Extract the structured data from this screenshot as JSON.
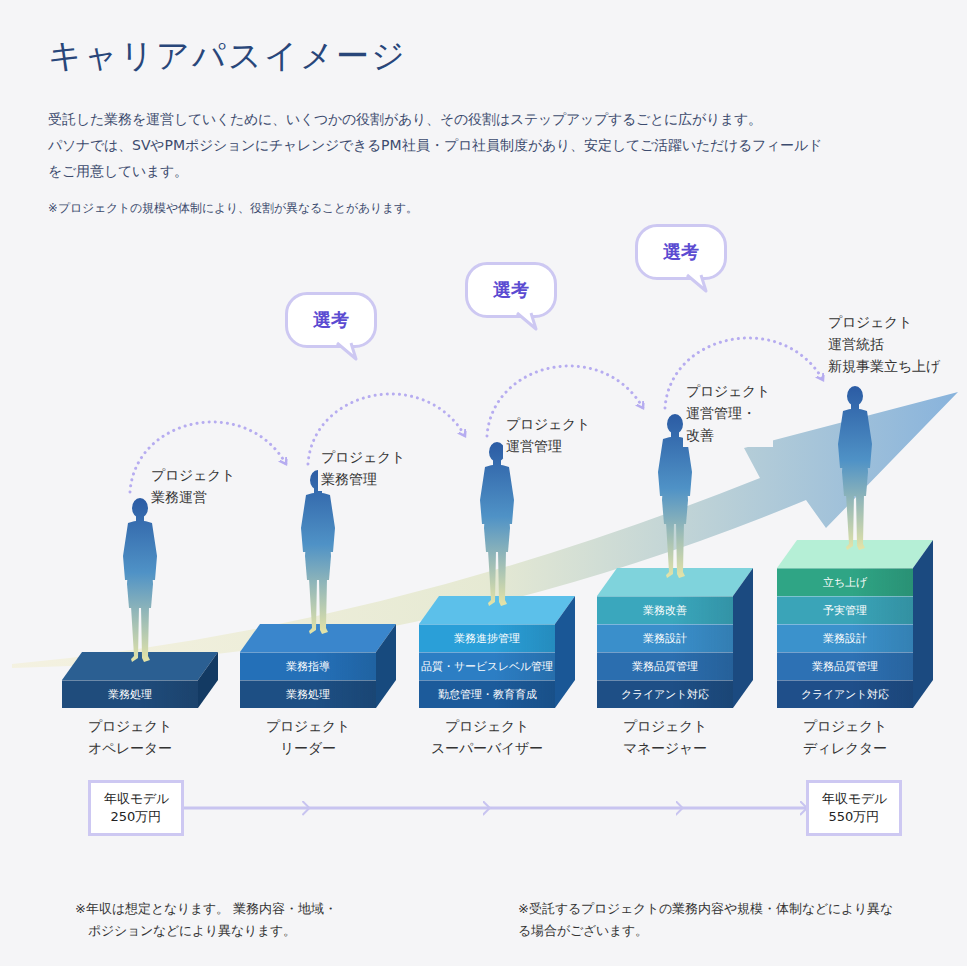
{
  "diagram": {
    "title": "キャリアパスイメージ",
    "nodes": [
      {
        "text": [
          "プロジェクト オペレーター"
        ]
      },
      {
        "text": [
          "業務処理"
        ],
        "in": 0
      },
      {
        "text": [
          "プロジェクト リーダー"
        ]
      },
      {
        "text": [
          "業務指導"
        ],
        "in": 2
      },
      {
        "text": [
          "業務処理"
        ],
        "in": 2
      },
      {
        "text": [
          "プロジェクト スーパーバイザー"
        ]
      },
      {
        "text": [
          "業務進捗管理"
        ],
        "in": 5
      },
      {
        "text": [
          "品質・サービスレベル管理"
        ],
        "in": 5
      },
      {
        "text": [
          "勤怠管理・教育育成"
        ],
        "in": 5
      },
      {
        "text": [
          "プロジェクト マネージャー"
        ]
      },
      {
        "text": [
          "業務改善"
        ],
        "in": 9
      },
      {
        "text": [
          "業務設計"
        ],
        "in": 9
      },
      {
        "text": [
          "業務品質管理"
        ],
        "in": 9
      },
      {
        "text": [
          "クライアント対応"
        ],
        "in": 9
      },
      {
        "text": [
          "プロジェクト ディレクター"
        ]
      },
      {
        "text": [
          "立ち上げ"
        ],
        "in": 14
      },
      {
        "text": [
          "予実管理"
        ],
        "in": 14
      },
      {
        "text": [
          "業務設計"
        ],
        "in": 14
      },
      {
        "text": [
          "業務品質管理"
        ],
        "in": 14
      },
      {
        "text": [
          "クライアント対応"
        ],
        "in": 14
      },
      {
        "text": [
          "選考"
        ]
      },
      {
        "text": [
          "選考"
        ]
      },
      {
        "text": [
          "選考"
        ]
      },
      {
        "text": [
          "年収モデル 250万円"
        ]
      },
      {
        "text": [
          "年収モデル 550万円"
        ]
      }
    ],
    "edges": [
      {
        "from": 0,
        "to": 2,
        "arrow": "to"
      },
      {
        "from": 2,
        "to": 5,
        "arrow": "to"
      },
      {
        "from": 5,
        "to": 9,
        "arrow": "to"
      },
      {
        "from": 9,
        "to": 14,
        "arrow": "to"
      },
      {
        "from": 23,
        "to": 24,
        "arrow": "to"
      }
    ],
    "labels": [
      "受託した業務を運営していくために、いくつかの役割があり、その役割はステップアップするごとに広がります。",
      "パソナでは、SVやPMポジションにチャレンジできるPM社員・プロ社員制度があり、安定してご活躍いただけるフィールドをご用意しています。",
      "※プロジェクトの規模や体制により、役割が異なることがあります。",
      "プロジェクト 業務運営",
      "プロジェクト 業務管理",
      "プロジェクト 運営管理",
      "プロジェクト 運営管理・改善",
      "プロジェクト 運営統括 新規事業立ち上げ",
      "※年収は想定となります。 業務内容・地域・ポジションなどにより異なります。",
      "※受託するプロジェクトの業務内容や規模・体制などにより異なる場合がございます。"
    ]
  }
}
